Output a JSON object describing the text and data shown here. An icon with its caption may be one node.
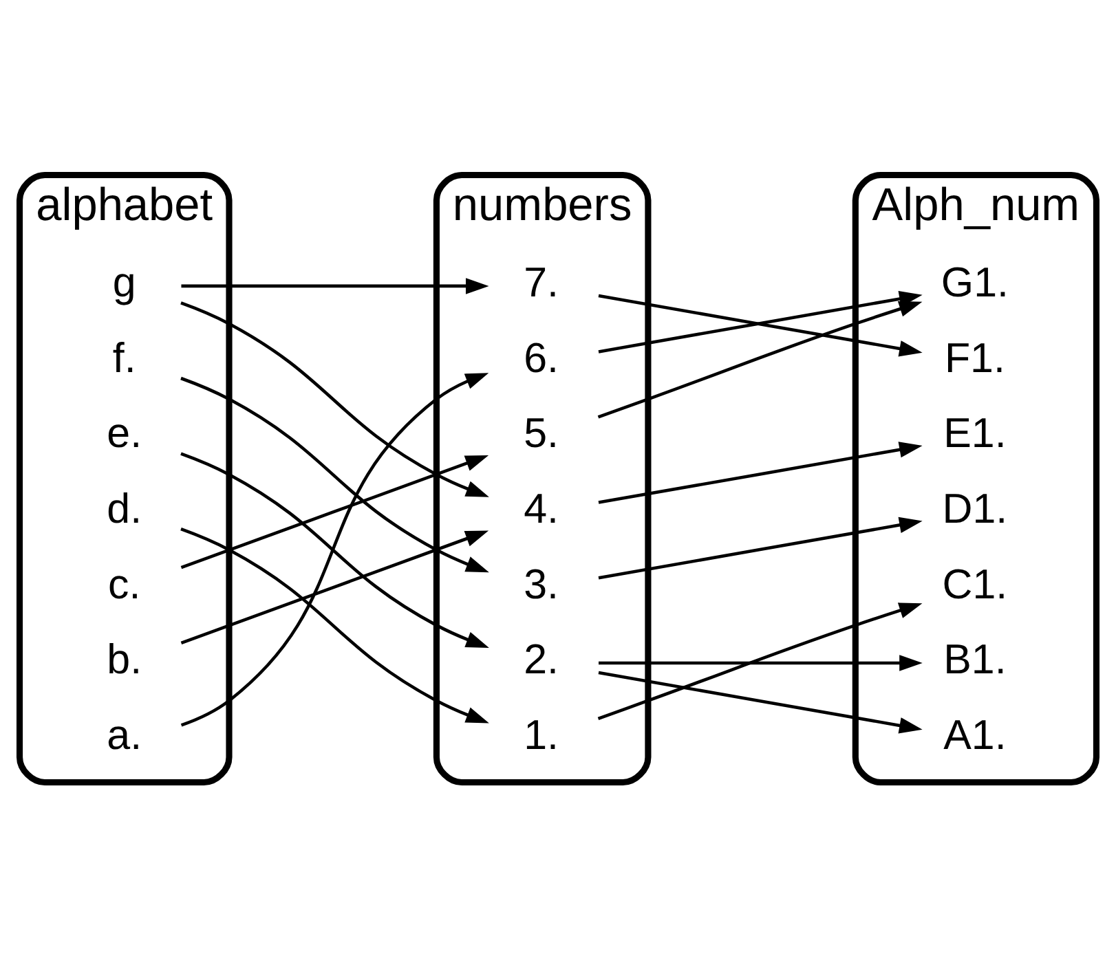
{
  "diagram": {
    "nodes": [
      {
        "text": [
          "alphabet"
        ]
      },
      {
        "text": [
          "a."
        ],
        "in": 0
      },
      {
        "text": [
          "b."
        ],
        "in": 0
      },
      {
        "text": [
          "c."
        ],
        "in": 0
      },
      {
        "text": [
          "d."
        ],
        "in": 0
      },
      {
        "text": [
          "e."
        ],
        "in": 0
      },
      {
        "text": [
          "f."
        ],
        "in": 0
      },
      {
        "text": [
          "g"
        ],
        "in": 0
      },
      {
        "text": [
          "numbers"
        ]
      },
      {
        "text": [
          "1."
        ],
        "in": 8
      },
      {
        "text": [
          "2."
        ],
        "in": 8
      },
      {
        "text": [
          "3."
        ],
        "in": 8
      },
      {
        "text": [
          "4."
        ],
        "in": 8
      },
      {
        "text": [
          "5."
        ],
        "in": 8
      },
      {
        "text": [
          "6."
        ],
        "in": 8
      },
      {
        "text": [
          "7."
        ],
        "in": 8
      },
      {
        "text": [
          "Alph_num"
        ]
      },
      {
        "text": [
          "A1."
        ],
        "in": 16
      },
      {
        "text": [
          "B1."
        ],
        "in": 16
      },
      {
        "text": [
          "C1."
        ],
        "in": 16
      },
      {
        "text": [
          "D1."
        ],
        "in": 16
      },
      {
        "text": [
          "E1."
        ],
        "in": 16
      },
      {
        "text": [
          "F1."
        ],
        "in": 16
      },
      {
        "text": [
          "G1."
        ],
        "in": 16
      }
    ],
    "edges": [
      {
        "from": 1,
        "to": 14,
        "arrow": "to"
      },
      {
        "from": 2,
        "to": 12,
        "arrow": "to"
      },
      {
        "from": 3,
        "to": 13,
        "arrow": "to"
      },
      {
        "from": 4,
        "to": 9,
        "arrow": "to"
      },
      {
        "from": 5,
        "to": 10,
        "arrow": "to"
      },
      {
        "from": 6,
        "to": 11,
        "arrow": "to"
      },
      {
        "from": 7,
        "to": 12,
        "arrow": "to"
      },
      {
        "from": 7,
        "to": 15,
        "arrow": "to"
      },
      {
        "from": 9,
        "to": 19,
        "arrow": "to"
      },
      {
        "from": 10,
        "to": 17,
        "arrow": "to"
      },
      {
        "from": 10,
        "to": 18,
        "arrow": "to"
      },
      {
        "from": 11,
        "to": 20,
        "arrow": "to"
      },
      {
        "from": 12,
        "to": 21,
        "arrow": "to"
      },
      {
        "from": 13,
        "to": 23,
        "arrow": "to"
      },
      {
        "from": 14,
        "to": 23,
        "arrow": "to"
      },
      {
        "from": 15,
        "to": 22,
        "arrow": "to"
      }
    ]
  }
}
